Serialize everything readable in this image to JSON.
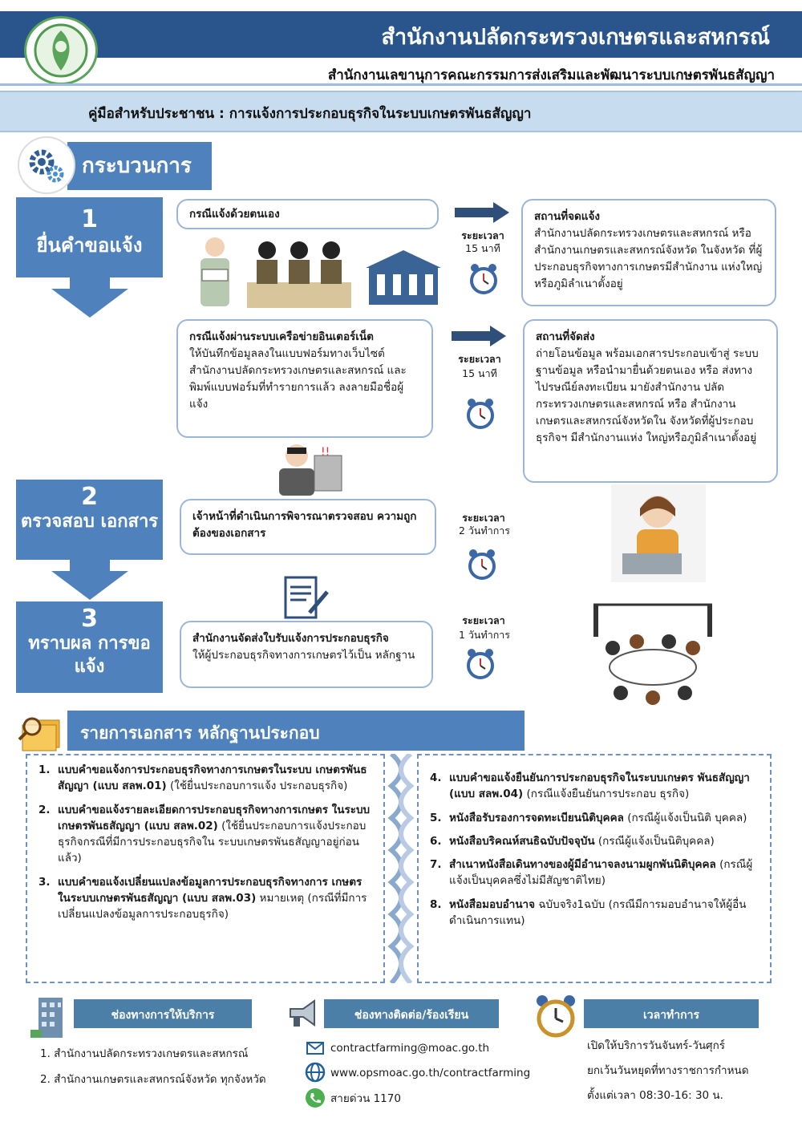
{
  "header": {
    "title": "สำนักงานปลัดกระทรวงเกษตรและสหกรณ์",
    "subtitle": "สำนักงานเลขานุการคณะกรรมการส่งเสริมและพัฒนาระบบเกษตรพันธสัญญา",
    "manual_title": "คู่มือสำหรับประชาชน : การแจ้งการประกอบธุรกิจในระบบเกษตรพันธสัญญา"
  },
  "process": {
    "heading": "กระบวนการ",
    "steps": [
      {
        "num": "1",
        "label": "ยื่นคำขอแจ้ง"
      },
      {
        "num": "2",
        "label": "ตรวจสอบ เอกสาร"
      },
      {
        "num": "3",
        "label": "ทราบผล การขอแจ้ง"
      }
    ],
    "self_case": "กรณีแจ้งด้วยตนเอง",
    "online_case": {
      "title": "กรณีแจ้งผ่านระบบเครือข่ายอินเตอร์เน็ต",
      "body": "ให้บันทึกข้อมูลลงในแบบฟอร์มทางเว็บไซต์ สำนักงานปลัดกระทรวงเกษตรและสหกรณ์ และพิมพ์แบบฟอร์มที่ทำรายการแล้ว ลงลายมือชื่อผู้แจ้ง"
    },
    "place_notify": {
      "title": "สถานที่จดแจ้ง",
      "body": "สำนักงานปลัดกระทรวงเกษตรและสหกรณ์ หรือ สำนักงานเกษตรและสหกรณ์จังหวัด ในจังหวัด ที่ผู้ประกอบธุรกิจทางการเกษตรมีสำนักงาน แห่งใหญ่ หรือภูมิลำเนาตั้งอยู่"
    },
    "place_send": {
      "title": "สถานที่จัดส่ง",
      "body": "ถ่ายโอนข้อมูล พร้อมเอกสารประกอบเข้าสู่ ระบบฐานข้อมูล หรือนำมายื่นด้วยตนเอง หรือ ส่งทางไปรษณีย์ลงทะเบียน มายังสำนักงาน ปลัดกระทรวงเกษตรและสหกรณ์ หรือ สำนักงานเกษตรและสหกรณ์จังหวัดใน จังหวัดที่ผู้ประกอบธุรกิจฯ มีสำนักงานแห่ง ใหญ่หรือภูมิลำเนาตั้งอยู่"
    },
    "check_card": "เจ้าหน้าที่ดำเนินการพิจารณาตรวจสอบ ความถูกต้องของเอกสาร",
    "result_card": {
      "title": "สำนักงานจัดส่งใบรับแจ้งการประกอบธุรกิจ",
      "body": "ให้ผู้ประกอบธุรกิจทางการเกษตรไว้เป็น หลักฐาน"
    },
    "time_label": "ระยะเวลา",
    "times": [
      "15 นาที",
      "15 นาที",
      "2 วันทำการ",
      "1 วันทำการ"
    ]
  },
  "documents": {
    "heading": "รายการเอกสาร หลักฐานประกอบ",
    "left": [
      {
        "n": "1.",
        "bold": "แบบคำขอแจ้งการประกอบธุรกิจทางการเกษตรในระบบ เกษตรพันธสัญญา (แบบ สลพ.01)",
        "note": " (ใช้ยื่นประกอบการแจ้ง ประกอบธุรกิจ)"
      },
      {
        "n": "2.",
        "bold": "แบบคำขอแจ้งรายละเอียดการประกอบธุรกิจทางการเกษตร ในระบบเกษตรพันธสัญญา (แบบ สลพ.02)",
        "note": " (ใช้ยื่นประกอบการแจ้งประกอบธุรกิจกรณีที่มีการประกอบธุรกิจใน ระบบเกษตรพันธสัญญาอยู่ก่อนแล้ว)"
      },
      {
        "n": "3.",
        "bold": "แบบคำขอแจ้งเปลี่ยนแปลงข้อมูลการประกอบธุรกิจทางการ เกษตรในระบบเกษตรพันธสัญญา (แบบ สลพ.03)",
        "note": " หมายเหตุ (กรณีที่มีการเปลี่ยนแปลงข้อมูลการประกอบธุรกิจ)"
      }
    ],
    "right": [
      {
        "n": "4.",
        "bold": "แบบคำขอแจ้งยืนยันการประกอบธุรกิจในระบบเกษตร พันธสัญญา (แบบ สลพ.04)",
        "note": " (กรณีแจ้งยืนยันการประกอบ ธุรกิจ)"
      },
      {
        "n": "5.",
        "bold": "หนังสือรับรองการจดทะเบียนนิติบุคคล",
        "note": " (กรณีผู้แจ้งเป็นนิติ บุคคล)"
      },
      {
        "n": "6.",
        "bold": "หนังสือบริคณห์สนธิฉบับปัจจุบัน",
        "note": " (กรณีผู้แจ้งเป็นนิติบุคคล)"
      },
      {
        "n": "7.",
        "bold": "สำเนาหนังสือเดินทางของผู้มีอำนาจลงนามผูกพันนิติบุคคล",
        "note": " (กรณีผู้แจ้งเป็นบุคคลซึ่งไม่มีสัญชาติไทย)"
      },
      {
        "n": "8.",
        "bold": "หนังสือมอบอำนาจ",
        "note": " ฉบับจริง1ฉบับ (กรณีมีการมอบอำนาจให้ผู้อื่นดำเนินการแทน)"
      }
    ]
  },
  "footer": {
    "service": {
      "title": "ช่องทางการให้บริการ",
      "items": [
        "1. สำนักงานปลัดกระทรวงเกษตรและสหกรณ์",
        "2. สำนักงานเกษตรและสหกรณ์จังหวัด ทุกจังหวัด"
      ]
    },
    "contact": {
      "title": "ช่องทางติดต่อ/ร้องเรียน",
      "email": "contractfarming@moac.go.th",
      "web": "www.opsmoac.go.th/contractfarming",
      "hotline": "สายด่วน 1170"
    },
    "hours": {
      "title": "เวลาทำการ",
      "lines": [
        "เปิดให้บริการวันจันทร์-วันศุกร์",
        "ยกเว้นวันหยุดที่ทางราชการกำหนด",
        "ตั้งแต่เวลา 08:30-16: 30 น."
      ]
    }
  },
  "colors": {
    "header": "#29558c",
    "accent": "#4f81bd",
    "light_band": "#c8dcef",
    "card_border": "#9cb6d9",
    "footer_tab": "#4b7fa8"
  },
  "icons": [
    "ministry-logo-icon",
    "gears-icon",
    "clock-icon",
    "arrow-right-icon",
    "building-icon",
    "envelope-icon",
    "globe-icon",
    "phone-icon",
    "megaphone-icon",
    "folder-search-icon"
  ]
}
